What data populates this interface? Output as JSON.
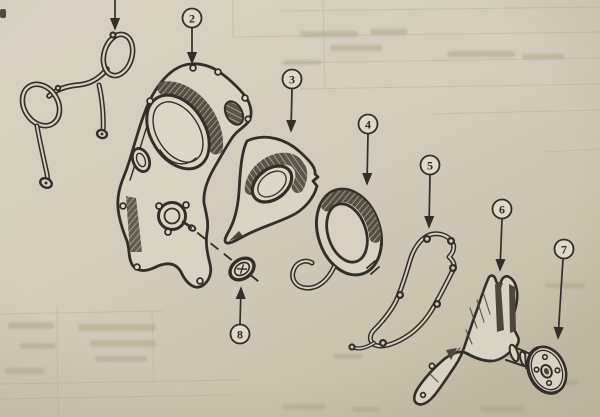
{
  "figure": {
    "kind": "scanned exploded parts diagram",
    "callouts": [
      {
        "number": "2"
      },
      {
        "number": "3"
      },
      {
        "number": "4"
      },
      {
        "number": "5"
      },
      {
        "number": "6"
      },
      {
        "number": "7"
      },
      {
        "number": "8"
      }
    ],
    "colors": {
      "paper": "#d7d0c1",
      "paper_light": "#ded8ca",
      "paper_dark": "#c8bfaa",
      "ink": "#332e27",
      "shading": "#554d41",
      "bleed_line": "#beb49c",
      "bleed_text": "#b5ab90"
    }
  }
}
